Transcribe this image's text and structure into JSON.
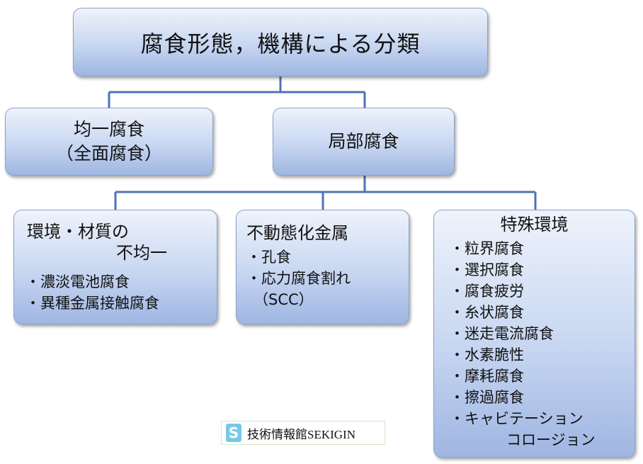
{
  "top": {
    "title": "腐食形態，機構による分類"
  },
  "level2": [
    {
      "lines": [
        "均一腐食",
        "（全面腐食）"
      ]
    },
    {
      "lines": [
        "局部腐食"
      ]
    }
  ],
  "categories": {
    "environment": {
      "title_line1": "環境・材質の",
      "title_line2": "不均一",
      "items": [
        "濃淡電池腐食",
        "異種金属接触腐食"
      ]
    },
    "passive": {
      "title": "不動態化金属",
      "items": [
        "孔食",
        "応力腐食割れ"
      ],
      "note": "（SCC）"
    },
    "special": {
      "title": "特殊環境",
      "items": [
        "粒界腐食",
        "選択腐食",
        "腐食疲労",
        "糸状腐食",
        "迷走電流腐食",
        "水素脆性",
        "摩耗腐食",
        "擦過腐食",
        "キャビテーション"
      ],
      "item_continuation": "コロージョン"
    }
  },
  "logo": {
    "letter": "S",
    "text": "技術情報館SEKIGIN"
  },
  "colors": {
    "connector": "#4f72b8",
    "box_border": "#8da2c8"
  }
}
